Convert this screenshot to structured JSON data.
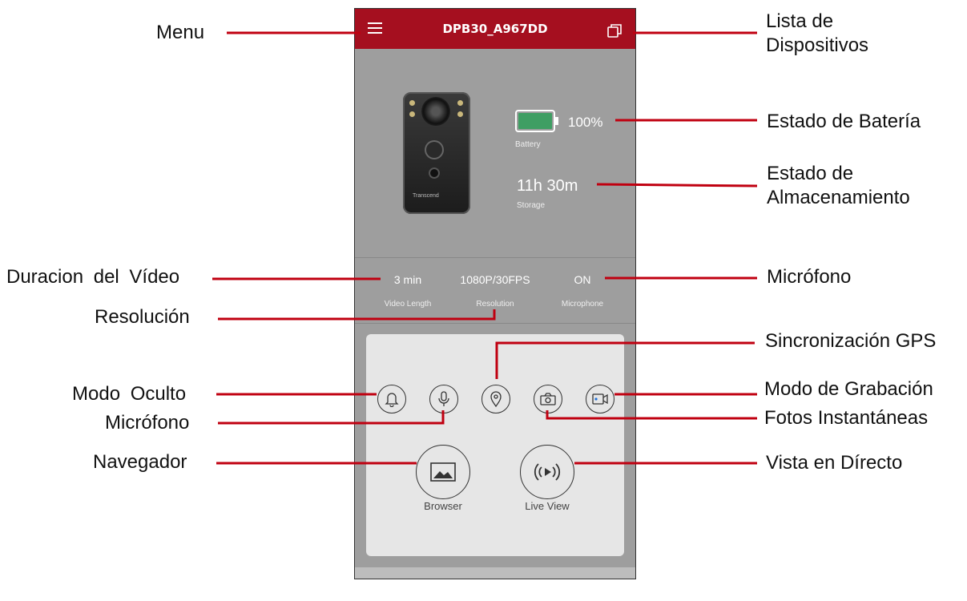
{
  "app": {
    "device_name": "DPB30_A967DD"
  },
  "status": {
    "battery_percent_text": "100%",
    "battery_label": "Battery",
    "battery_level": 1.0,
    "storage_value": "11h 30m",
    "storage_label": "Storage"
  },
  "settings": [
    {
      "value": "3 min",
      "label": "Video Length"
    },
    {
      "value": "1080P/30FPS",
      "label": "Resolution"
    },
    {
      "value": "ON",
      "label": "Microphone"
    }
  ],
  "camera": {
    "brand_text": "Transcend"
  },
  "buttons": {
    "browser_label": "Browser",
    "live_view_label": "Live View"
  },
  "icons": {
    "menu": "hamburger-icon",
    "device_list": "copy-icon",
    "stealth": "bell-icon",
    "mic": "microphone-icon",
    "gps": "location-pin-icon",
    "snapshot": "camera-icon",
    "record": "video-camera-icon",
    "browser": "image-icon",
    "live": "broadcast-play-icon"
  },
  "annotations": {
    "menu": "Menu",
    "device_list_1": "Lista de",
    "device_list_2": "Dispositivos",
    "battery": "Estado de Batería",
    "storage_1": "Estado de",
    "storage_2": "Almacenamiento",
    "video_length": "Duracion del Vídeo",
    "microphone_setting": "Micrófono",
    "resolution": "Resolución",
    "gps_sync": "Sincronización GPS",
    "stealth_mode": "Modo Oculto",
    "record_mode": "Modo de Grabación",
    "microphone_button": "Micrófono",
    "snapshot": "Fotos Instantáneas",
    "browser": "Navegador",
    "live_view": "Vista en Dírecto"
  },
  "colors": {
    "accent": "#a50f1f",
    "annotation_line": "#c00010",
    "battery_fill": "#3f9e63",
    "screen_bg": "#9e9e9e",
    "panel_bg": "#e6e6e6"
  }
}
